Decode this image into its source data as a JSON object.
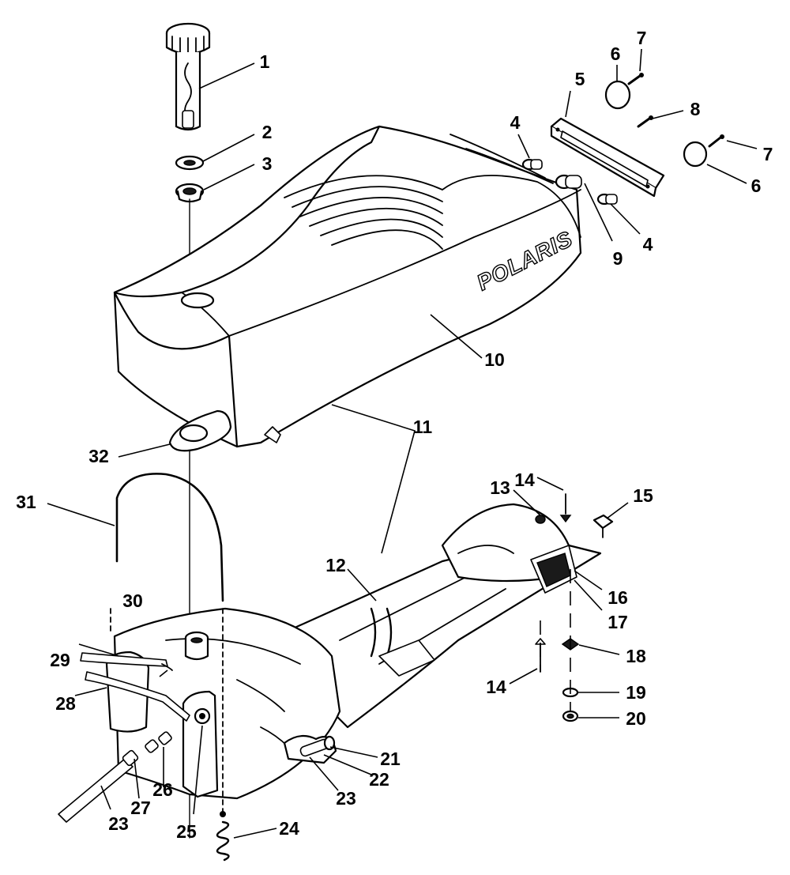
{
  "brand_text": "POLARIS",
  "callouts": [
    {
      "id": "c1",
      "label": "1"
    },
    {
      "id": "c2",
      "label": "2"
    },
    {
      "id": "c3",
      "label": "3"
    },
    {
      "id": "c4a",
      "label": "4"
    },
    {
      "id": "c4b",
      "label": "4"
    },
    {
      "id": "c5",
      "label": "5"
    },
    {
      "id": "c6a",
      "label": "6"
    },
    {
      "id": "c6b",
      "label": "6"
    },
    {
      "id": "c7a",
      "label": "7"
    },
    {
      "id": "c7b",
      "label": "7"
    },
    {
      "id": "c8",
      "label": "8"
    },
    {
      "id": "c9",
      "label": "9"
    },
    {
      "id": "c10",
      "label": "10"
    },
    {
      "id": "c11",
      "label": "11"
    },
    {
      "id": "c12",
      "label": "12"
    },
    {
      "id": "c13",
      "label": "13"
    },
    {
      "id": "c14a",
      "label": "14"
    },
    {
      "id": "c14b",
      "label": "14"
    },
    {
      "id": "c15",
      "label": "15"
    },
    {
      "id": "c16",
      "label": "16"
    },
    {
      "id": "c17",
      "label": "17"
    },
    {
      "id": "c18",
      "label": "18"
    },
    {
      "id": "c19",
      "label": "19"
    },
    {
      "id": "c20",
      "label": "20"
    },
    {
      "id": "c21",
      "label": "21"
    },
    {
      "id": "c22",
      "label": "22"
    },
    {
      "id": "c23a",
      "label": "23"
    },
    {
      "id": "c23b",
      "label": "23"
    },
    {
      "id": "c24",
      "label": "24"
    },
    {
      "id": "c25",
      "label": "25"
    },
    {
      "id": "c26",
      "label": "26"
    },
    {
      "id": "c27",
      "label": "27"
    },
    {
      "id": "c28",
      "label": "28"
    },
    {
      "id": "c29",
      "label": "29"
    },
    {
      "id": "c30",
      "label": "30"
    },
    {
      "id": "c31",
      "label": "31"
    },
    {
      "id": "c32",
      "label": "32"
    }
  ]
}
